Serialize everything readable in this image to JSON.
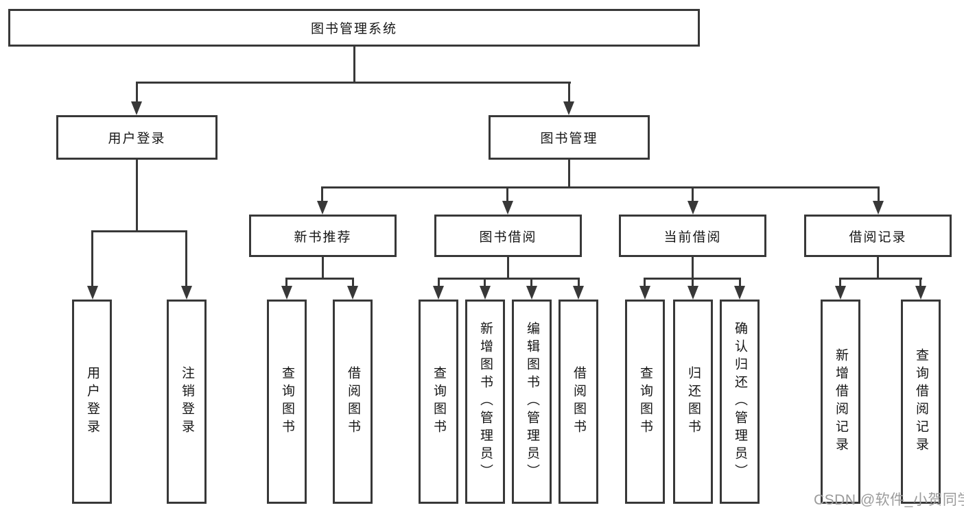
{
  "diagram": {
    "type": "hierarchy-diagram",
    "title": "图书管理系统",
    "watermark": "CSDN @软件_小贺同学",
    "colors": {
      "line": "#383838",
      "border": "#383838",
      "text": "#161616",
      "background": "#ffffff",
      "watermark": "#9b9b9b"
    },
    "branches": [
      {
        "label": "用户登录",
        "children": [
          "用户登录",
          "注销登录"
        ]
      },
      {
        "label": "图书管理",
        "groups": [
          {
            "label": "新书推荐",
            "children": [
              "查询图书",
              "借阅图书"
            ]
          },
          {
            "label": "图书借阅",
            "children": [
              "查询图书",
              "新增图书（管理员）",
              "编辑图书（管理员）",
              "借阅图书"
            ]
          },
          {
            "label": "当前借阅",
            "children": [
              "查询图书",
              "归还图书",
              "确认归还（管理员）"
            ]
          },
          {
            "label": "借阅记录",
            "children": [
              "新增借阅记录",
              "查询借阅记录"
            ]
          }
        ]
      }
    ]
  }
}
